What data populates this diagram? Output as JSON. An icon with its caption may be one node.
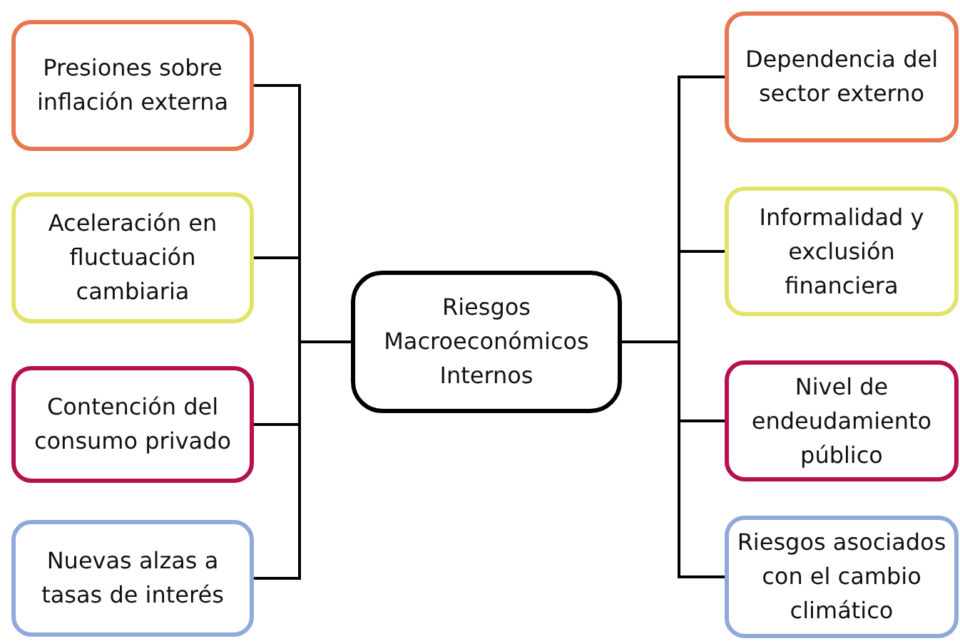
{
  "diagram": {
    "nodes": [
      {
        "text": [
          "Riesgos Macroeconómicos Internos"
        ]
      },
      {
        "text": [
          "Presiones sobre inflación externa"
        ]
      },
      {
        "text": [
          "Aceleración en fluctuación cambiaria"
        ]
      },
      {
        "text": [
          "Contención del consumo privado"
        ]
      },
      {
        "text": [
          "Nuevas alzas a tasas de interés"
        ]
      },
      {
        "text": [
          "Dependencia del sector externo"
        ]
      },
      {
        "text": [
          "Informalidad y exclusión financiera"
        ]
      },
      {
        "text": [
          "Nivel de endeudamiento público"
        ]
      },
      {
        "text": [
          "Riesgos asociados con el cambio climático"
        ]
      }
    ],
    "edges": [
      {
        "from": 0,
        "to": 1,
        "arrow": "none"
      },
      {
        "from": 0,
        "to": 2,
        "arrow": "none"
      },
      {
        "from": 0,
        "to": 3,
        "arrow": "none"
      },
      {
        "from": 0,
        "to": 4,
        "arrow": "none"
      },
      {
        "from": 0,
        "to": 5,
        "arrow": "none"
      },
      {
        "from": 0,
        "to": 6,
        "arrow": "none"
      },
      {
        "from": 0,
        "to": 7,
        "arrow": "none"
      },
      {
        "from": 0,
        "to": 8,
        "arrow": "none"
      }
    ]
  }
}
